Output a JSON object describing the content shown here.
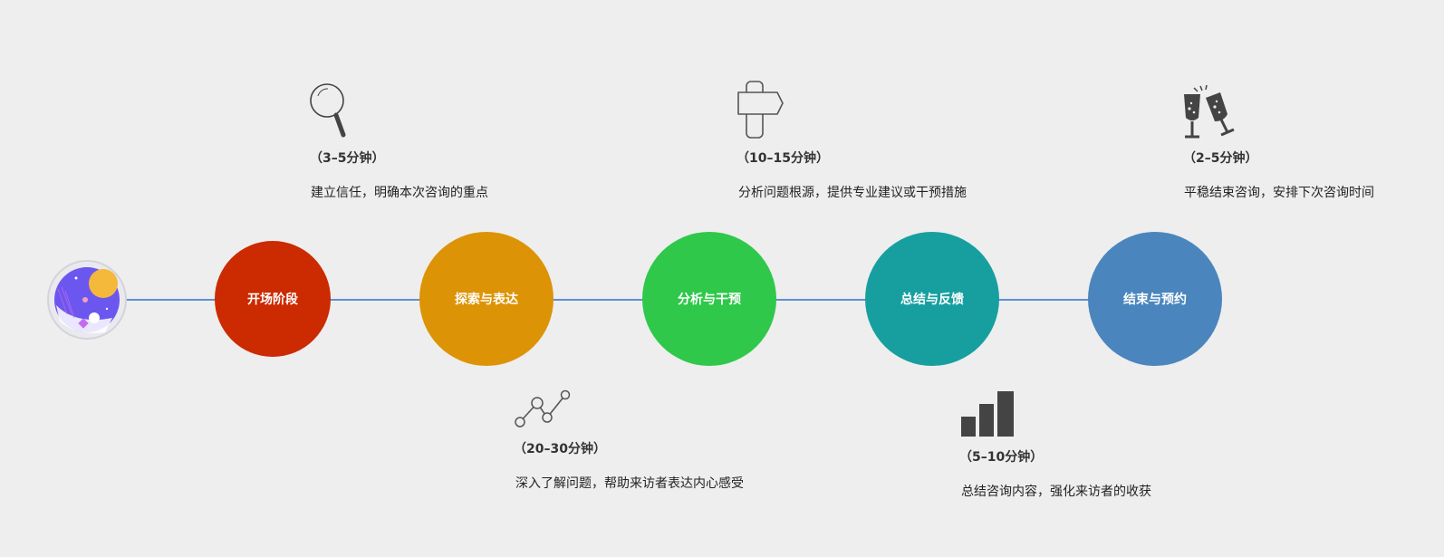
{
  "stages": [
    {
      "label": "开场阶段",
      "color": "#cc2a00",
      "duration": "（3–5分钟）",
      "description": "建立信任，明确本次咨询的重点",
      "icon": "magnifier-icon"
    },
    {
      "label": "探索与表达",
      "color": "#dd9306",
      "duration": "（20–30分钟）",
      "description": "深入了解问题，帮助来访者表达内心感受",
      "icon": "line-chart-icon"
    },
    {
      "label": "分析与干预",
      "color": "#2fc84a",
      "duration": "（10–15分钟）",
      "description": "分析问题根源，提供专业建议或干预措施",
      "icon": "signpost-icon"
    },
    {
      "label": "总结与反馈",
      "color": "#179fa0",
      "duration": "（5–10分钟）",
      "description": "总结咨询内容，强化来访者的收获",
      "icon": "bar-chart-icon"
    },
    {
      "label": "结束与预约",
      "color": "#4a86bd",
      "duration": "（2–5分钟）",
      "description": "平稳结束咨询，安排下次咨询时间",
      "icon": "champagne-toast-icon"
    }
  ],
  "line_color": "#5b8fd6"
}
